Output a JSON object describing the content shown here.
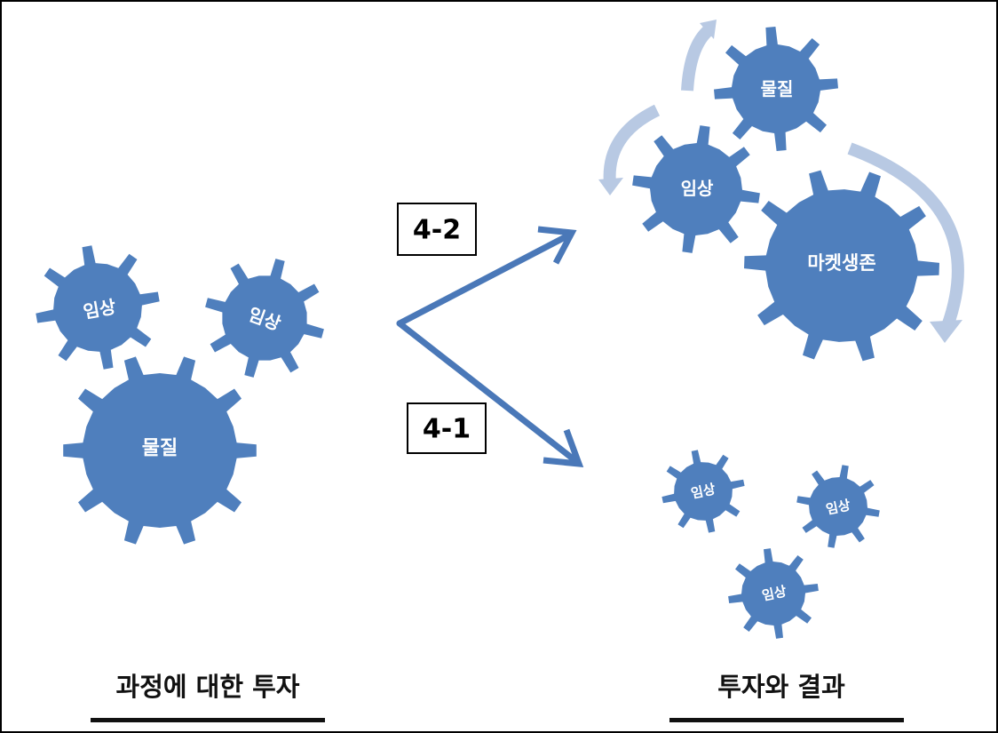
{
  "colors": {
    "gear": "#4f7fbd",
    "gear_text": "#ffffff",
    "arrow": "#4a78b8",
    "cycle_arrow": "#b8c9e3",
    "border": "#000000"
  },
  "left": {
    "gears": [
      {
        "label": "임상"
      },
      {
        "label": "임상"
      },
      {
        "label": "물질"
      }
    ],
    "caption": "과정에 대한 투자"
  },
  "steps": {
    "upper": "4-2",
    "lower": "4-1"
  },
  "right_top": {
    "gears": [
      {
        "label": "물질"
      },
      {
        "label": "임상"
      },
      {
        "label": "마켓생존"
      }
    ]
  },
  "right_bottom": {
    "gears": [
      {
        "label": "임상"
      },
      {
        "label": "임상"
      },
      {
        "label": "임상"
      }
    ]
  },
  "right_caption": "투자와 결과"
}
